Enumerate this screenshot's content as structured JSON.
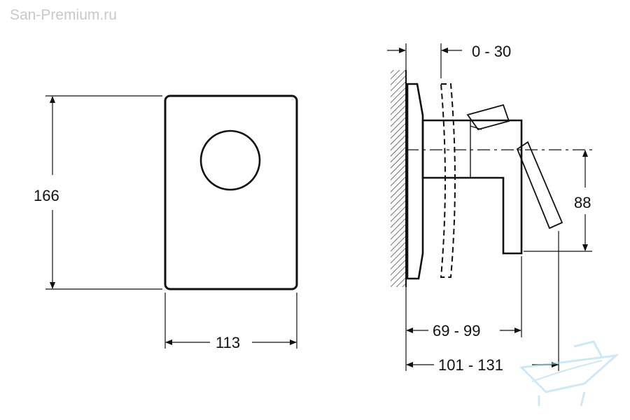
{
  "watermark": {
    "text": "San-Premium.ru"
  },
  "front_view": {
    "height_label": "166",
    "width_label": "113"
  },
  "side_view": {
    "offset_label": "0 - 30",
    "lever_height_label": "88",
    "depth_body_label": "69 - 99",
    "depth_total_label": "101 - 131"
  },
  "colors": {
    "line": "#111111",
    "watermark": "#c9c9c9",
    "logo": "#a9d6ef"
  }
}
